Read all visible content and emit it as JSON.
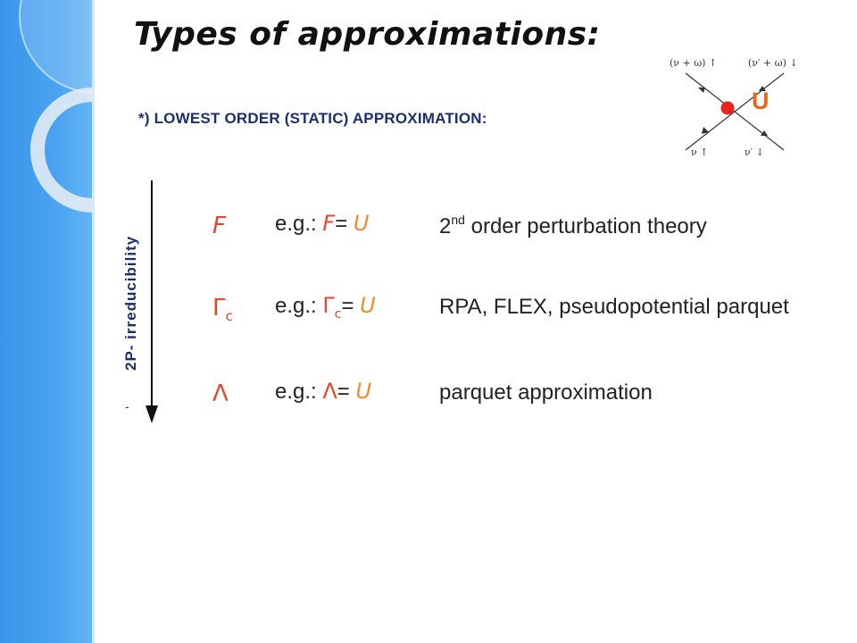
{
  "title": "Types of approximations:",
  "subtitle": "*) LOWEST ORDER  (STATIC)  APPROXIMATION:",
  "vertex": {
    "top_left": "(ν + ω) ↑",
    "top_right": "(ν′ + ω) ↓",
    "bottom_left": "ν ↑",
    "bottom_right": "ν′ ↓",
    "label": "U"
  },
  "axis": {
    "label": "2P- irreducibility",
    "tick": "-"
  },
  "rows": [
    {
      "symbol": "F",
      "sub": "",
      "eg_prefix": "e.g.: ",
      "eg_symbol": "F",
      "eg_sub": "",
      "eg_eq": "= ",
      "eg_value": "U",
      "desc_ordinal": "2",
      "desc_sup": "nd",
      "desc_text": " order perturbation theory"
    },
    {
      "symbol": "Γ",
      "sub": "c",
      "eg_prefix": "e.g.: ",
      "eg_symbol": "Γ",
      "eg_sub": "c",
      "eg_eq": "= ",
      "eg_value": "U",
      "desc_ordinal": "",
      "desc_sup": "",
      "desc_text": "RPA, FLEX, pseudopotential parquet"
    },
    {
      "symbol": "Λ",
      "sub": "",
      "eg_prefix": "e.g.: ",
      "eg_symbol": "Λ",
      "eg_sub": "",
      "eg_eq": "= ",
      "eg_value": "U",
      "desc_ordinal": "",
      "desc_sup": "",
      "desc_text": "parquet approximation"
    }
  ],
  "colors": {
    "sidebar": "#3a95ea",
    "symbol": "#e0472c",
    "value": "#f08a2a",
    "subtitle": "#1c2f6d",
    "vertex_dot": "#e8231e"
  }
}
